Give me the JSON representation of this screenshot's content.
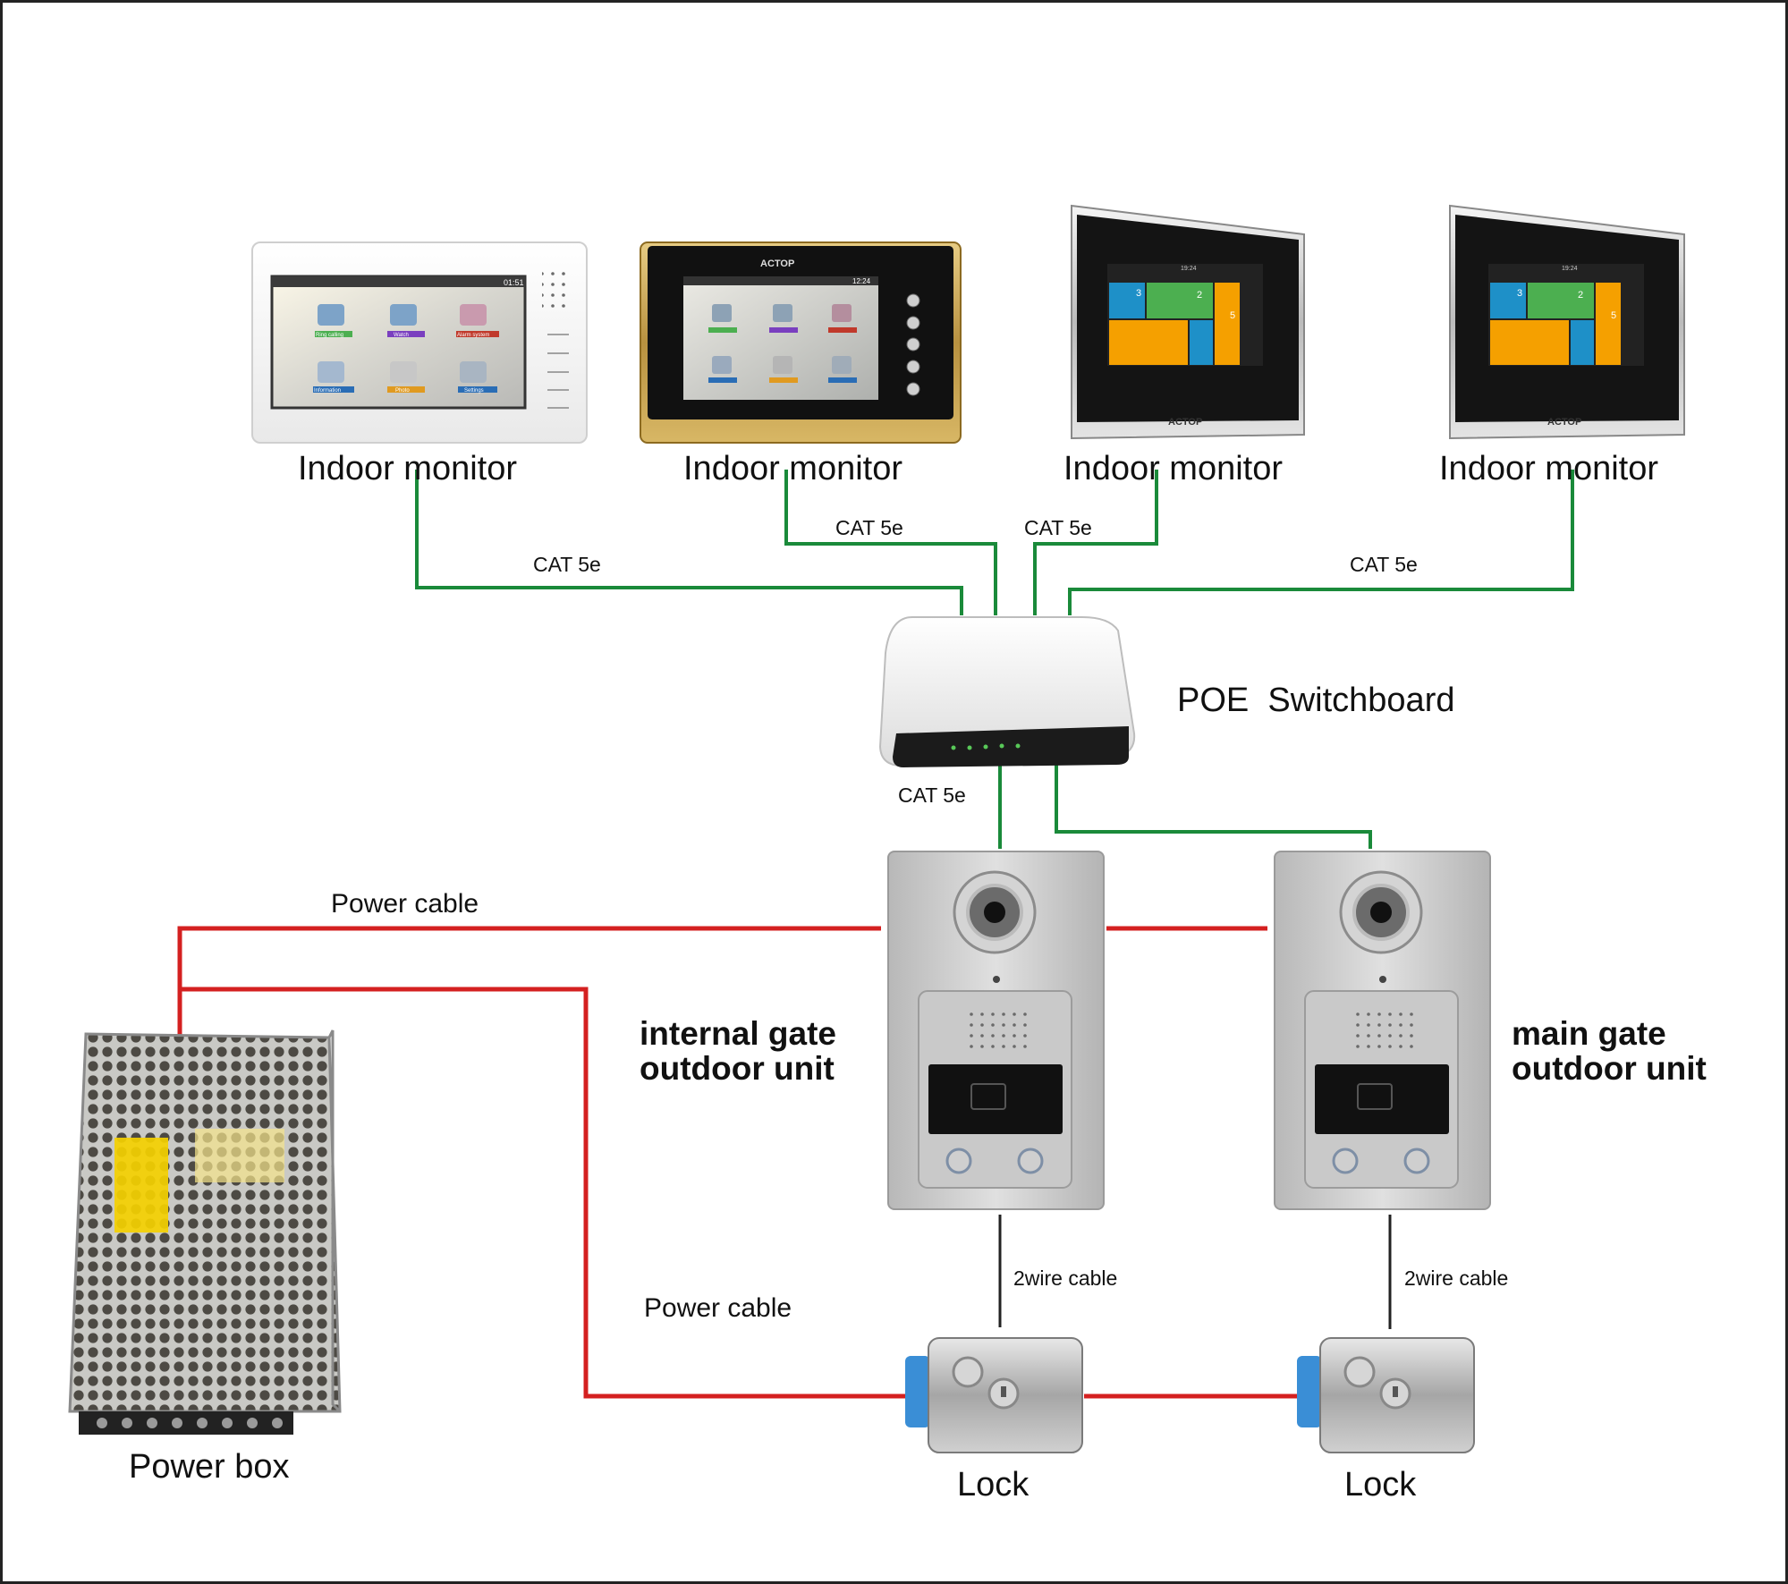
{
  "labels": {
    "monitor_1": "Indoor monitor",
    "monitor_2": "Indoor monitor",
    "monitor_3": "Indoor monitor",
    "monitor_4": "Indoor monitor",
    "switch": "POE  Switchboard",
    "internal_gate_line1": "internal gate",
    "internal_gate_line2": "outdoor unit",
    "main_gate_line1": "main gate",
    "main_gate_line2": "outdoor unit",
    "power_box": "Power box",
    "lock_1": "Lock",
    "lock_2": "Lock"
  },
  "cables": {
    "cat5e_1": "CAT 5e",
    "cat5e_2": "CAT 5e",
    "cat5e_3": "CAT 5e",
    "cat5e_4": "CAT 5e",
    "cat5e_5": "CAT 5e",
    "power_top": "Power cable",
    "power_bottom": "Power cable",
    "two_wire_1": "2wire cable",
    "two_wire_2": "2wire cable"
  },
  "brand": "ACTOP",
  "monitor_ui": {
    "m1_clock": "01:51",
    "m1_tiles": [
      "Ring calling",
      "Watch",
      "Alarm system",
      "Information",
      "Photo",
      "Settings"
    ],
    "m2_clock": "12:24",
    "m3_clock": "19:24",
    "m4_clock": "19:24",
    "tile_numbers": [
      "3",
      "2",
      "5"
    ]
  },
  "colors": {
    "ethernet": "#1a8a3a",
    "power": "#d42020",
    "two_wire": "#222222",
    "label_text": "#111111",
    "tile_green": "#4caf50",
    "tile_orange": "#f5a000",
    "tile_blue": "#1e90c8"
  },
  "icons": [
    "speaker-grille-icon",
    "camera-lens-icon",
    "card-reader-icon",
    "call-button-icon",
    "key-cylinder-icon"
  ]
}
